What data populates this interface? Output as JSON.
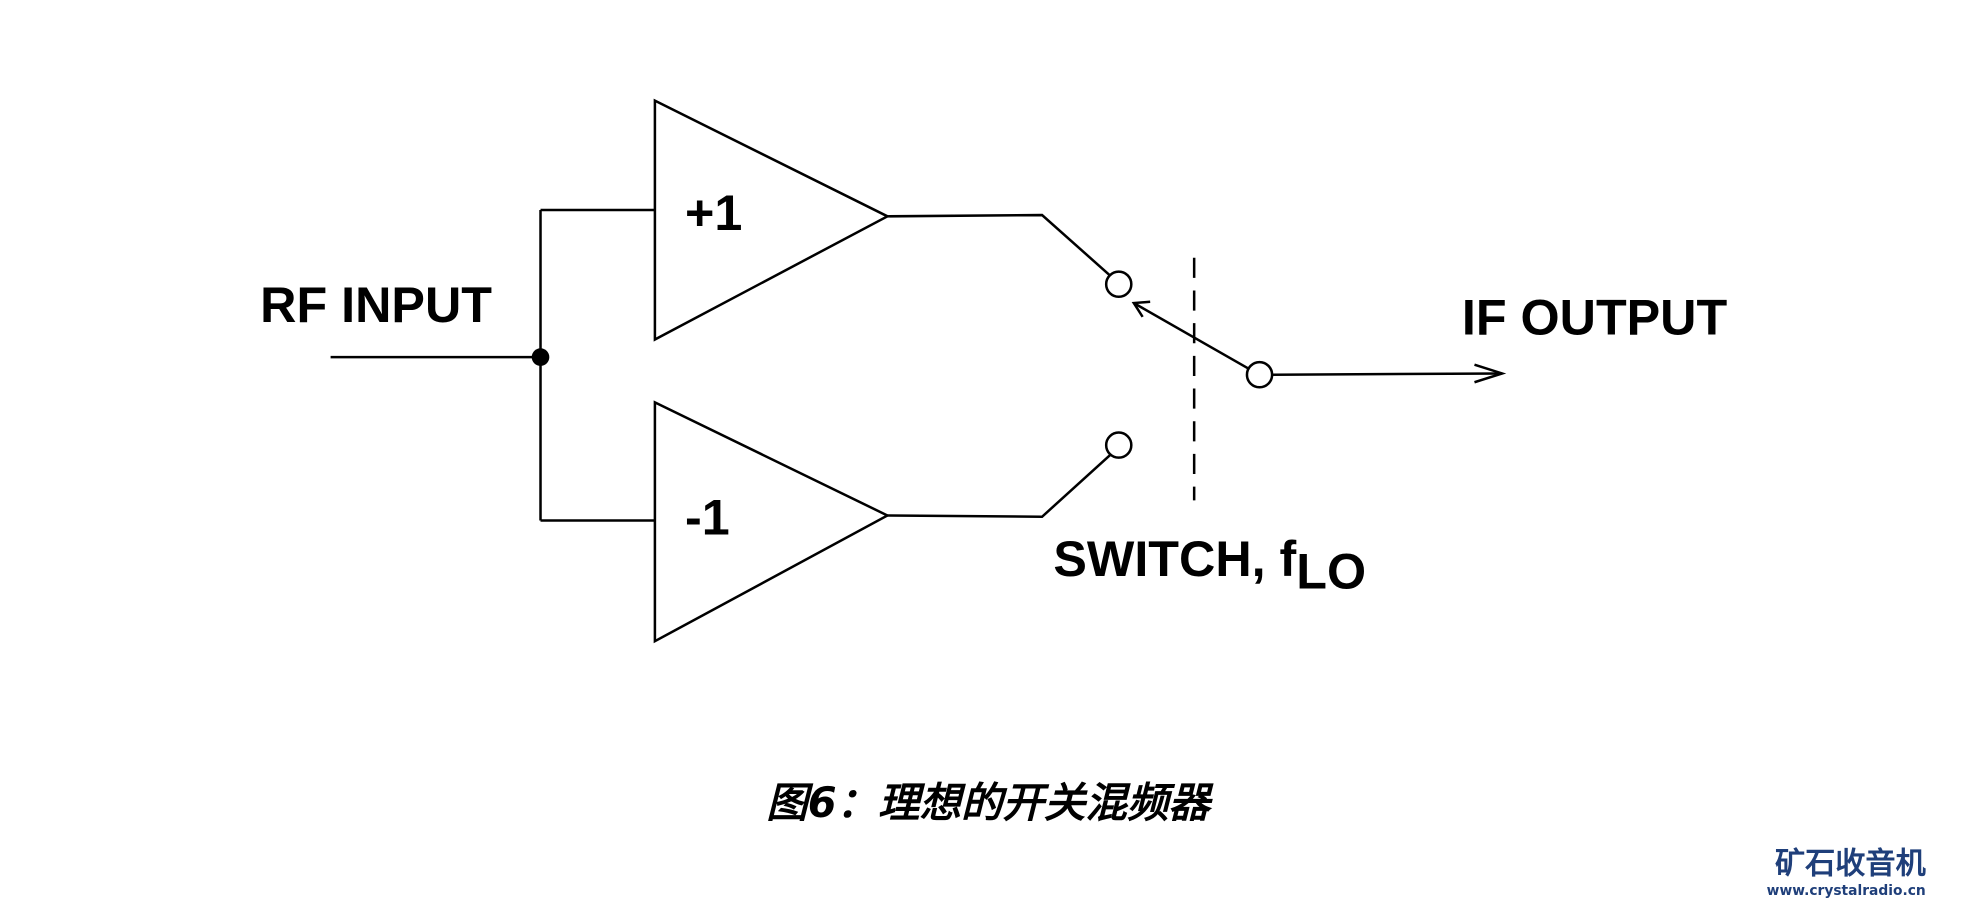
{
  "diagram": {
    "labels": {
      "rf_input": "RF INPUT",
      "if_output": "IF OUTPUT",
      "plus_one": "+1",
      "minus_one": "-1",
      "switch": "SWITCH, f",
      "switch_sub": "LO"
    },
    "caption": "图6：理想的开关混频器"
  },
  "watermark": {
    "title": "矿石收音机",
    "url": "www.crystalradio.cn",
    "color": "#1f3f7a"
  }
}
